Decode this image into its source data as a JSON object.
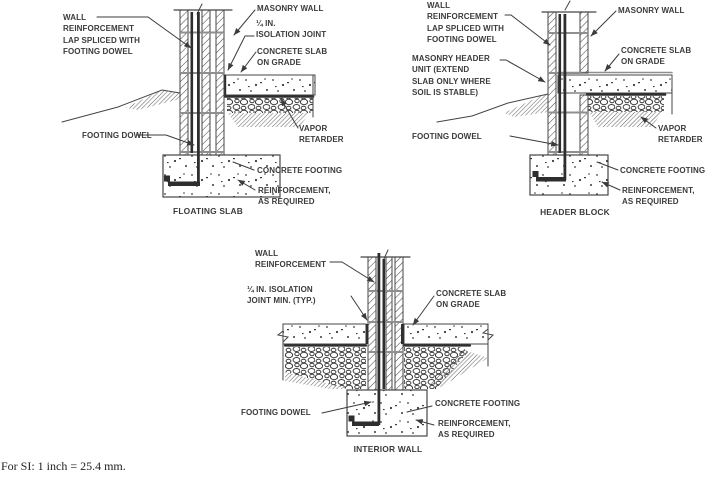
{
  "figure": {
    "type": "construction-detail-diagram",
    "footnote": "For SI:  1 inch = 25.4 mm.",
    "colors": {
      "line": "#454545",
      "dark_fill": "#2e2e2e",
      "text": "#3b3b3b",
      "background": "#ffffff",
      "joint_gray": "#8f8f8f"
    }
  },
  "diagrams": [
    {
      "title": "FLOATING SLAB",
      "labels": {
        "wall_reinforcement": "WALL\nREINFORCEMENT\nLAP SPLICED WITH\nFOOTING DOWEL",
        "masonry_wall": "MASONRY WALL",
        "isolation_joint": "¼ IN.\nISOLATION JOINT",
        "concrete_slab": "CONCRETE SLAB\nON GRADE",
        "footing_dowel": "FOOTING DOWEL",
        "vapor_retarder": "VAPOR\nRETARDER",
        "concrete_footing": "CONCRETE FOOTING",
        "reinforcement": "REINFORCEMENT,\nAS REQUIRED"
      }
    },
    {
      "title": "HEADER BLOCK",
      "labels": {
        "wall_reinforcement": "WALL\nREINFORCEMENT\nLAP SPLICED WITH\nFOOTING DOWEL",
        "masonry_wall": "MASONRY WALL",
        "masonry_header": "MASONRY HEADER\nUNIT (EXTEND\nSLAB ONLY WHERE\nSOIL IS STABLE)",
        "concrete_slab": "CONCRETE SLAB\nON GRADE",
        "footing_dowel": "FOOTING DOWEL",
        "vapor_retarder": "VAPOR\nRETARDER",
        "concrete_footing": "CONCRETE FOOTING",
        "reinforcement": "REINFORCEMENT,\nAS REQUIRED"
      }
    },
    {
      "title": "INTERIOR WALL",
      "labels": {
        "wall_reinforcement": "WALL\nREINFORCEMENT",
        "isolation_joint": "¼ IN. ISOLATION\nJOINT MIN. (TYP.)",
        "concrete_slab": "CONCRETE SLAB\nON GRADE",
        "footing_dowel": "FOOTING DOWEL",
        "concrete_footing": "CONCRETE FOOTING",
        "reinforcement": "REINFORCEMENT,\nAS REQUIRED"
      }
    }
  ]
}
